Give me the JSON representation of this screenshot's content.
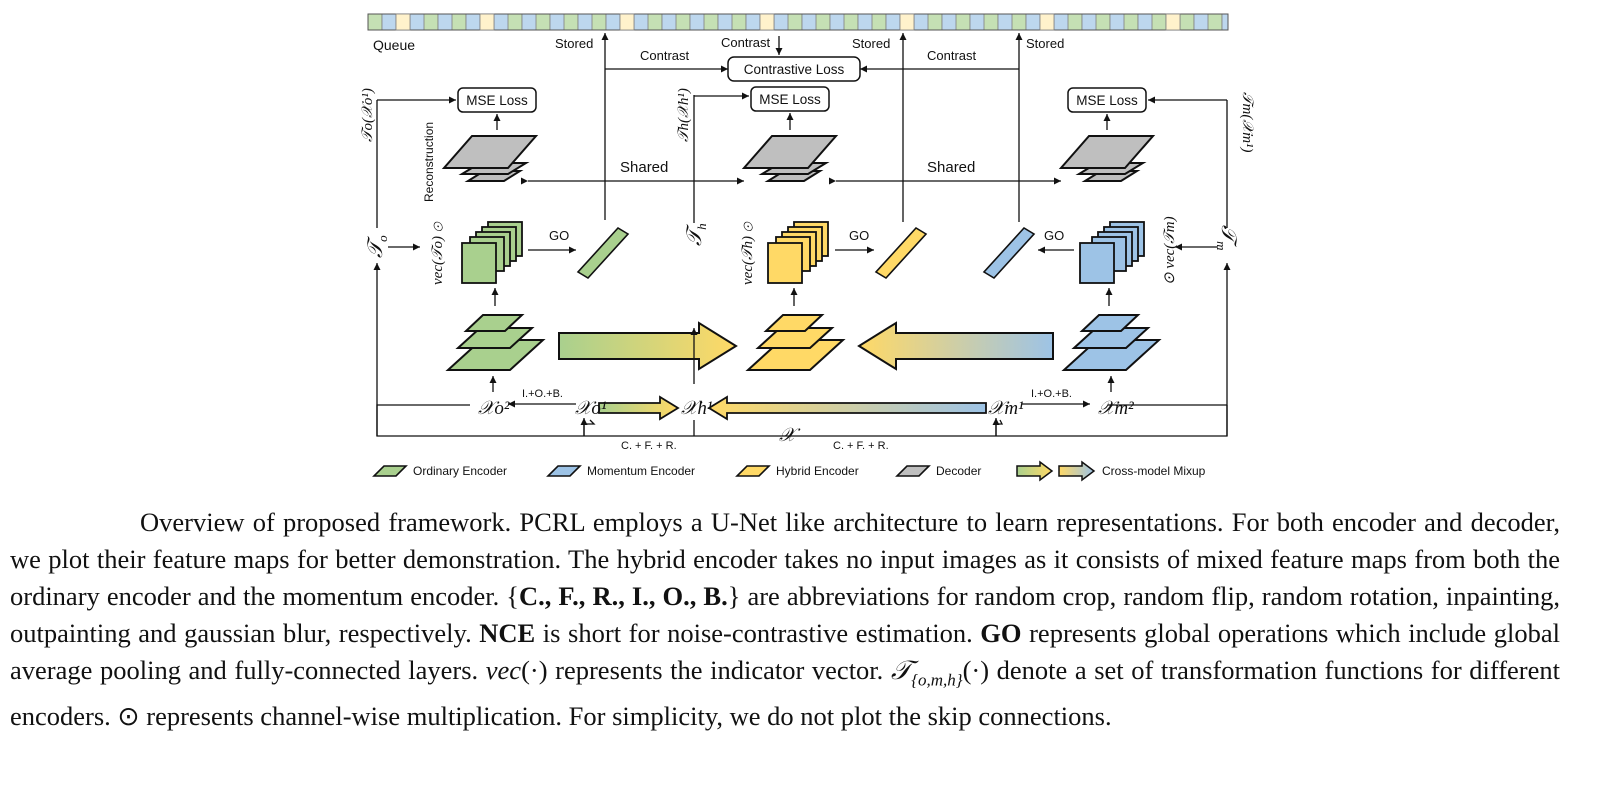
{
  "figure": {
    "queue_label": "Queue",
    "stored_left": "Stored",
    "stored_mid": "Stored",
    "stored_right": "Stored",
    "contrast_left": "Contrast",
    "contrast_mid": "Contrast",
    "contrast_right": "Contrast",
    "contrastive_loss": "Contrastive Loss",
    "mse_loss_left": "MSE Loss",
    "mse_loss_mid": "MSE Loss",
    "mse_loss_right": "MSE Loss",
    "shared_left": "Shared",
    "shared_right": "Shared",
    "reconstruction": "Reconstruction",
    "go_left": "GO",
    "go_mid": "GO",
    "go_right": "GO",
    "aug_left": "I.+O.+B.",
    "aug_right": "I.+O.+B.",
    "cfr_left": "C. + F. + R.",
    "cfr_right": "C. + F. + R.",
    "math": {
      "t_o": "𝒯",
      "t_o_sub": "o",
      "t_h": "𝒯",
      "t_h_sub": "h",
      "t_m": "𝒯",
      "t_m_sub": "m",
      "t_o_x": "𝒯o(𝒳o¹)",
      "t_h_x": "𝒯h(𝒳h¹)",
      "t_m_x": "𝒯m(𝒳m¹)",
      "vec_o": "vec(𝒯o) ⊙",
      "vec_h": "vec(𝒯h) ⊙",
      "vec_m": "⊙ vec(𝒯m)",
      "x_o2": "𝒳o²",
      "x_o1": "𝒳o¹",
      "x_h1": "𝒳h¹",
      "x_m1": "𝒳m¹",
      "x_m2": "𝒳m²",
      "x": "𝒳"
    },
    "legend": {
      "ordinary": "Ordinary Encoder",
      "momentum": "Momentum Encoder",
      "hybrid": "Hybrid Encoder",
      "decoder": "Decoder",
      "mixup": "Cross-model Mixup"
    },
    "colors": {
      "green": "#a9d08e",
      "blue": "#9dc3e6",
      "yellow": "#ffd966",
      "gray": "#bfbfbf"
    }
  },
  "caption": {
    "s1": "Overview of proposed framework. PCRL employs a U-Net like architecture to learn representations. For both encoder and decoder, we plot their feature maps for better demonstration. The hybrid encoder takes no input images as it consists of mixed feature maps from both the ordinary encoder and the momentum encoder. {",
    "abbr": "C., F., R., I., O., B.",
    "s2": "} are abbreviations for random crop, random flip, random rotation, inpainting, outpainting and gaussian blur, respectively. ",
    "nce": "NCE",
    "s3": " is short for noise-contrastive estimation. ",
    "go": "GO",
    "s4": " represents global operations which include global average pooling and fully-connected layers. ",
    "vec": "vec",
    "s5": "(·) represents the indicator vector. ",
    "t": "𝒯",
    "t_sub": "{o,m,h}",
    "s6": "(·) denote a set of transformation functions for different encoders. ⊙ represents channel-wise multiplication. For simplicity, we do not plot the skip connections."
  }
}
